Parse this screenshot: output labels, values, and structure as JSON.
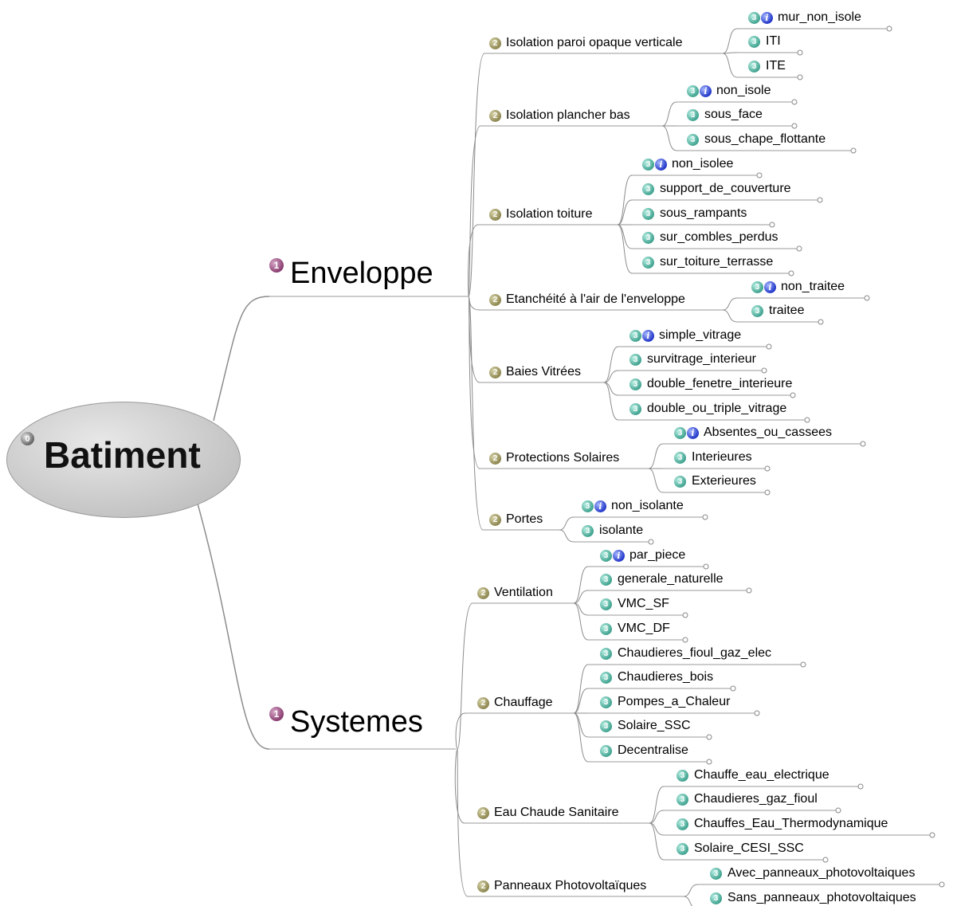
{
  "root": {
    "label": "Batiment",
    "level": "0"
  },
  "branches": [
    {
      "label": "Enveloppe",
      "level": "1",
      "groups": [
        {
          "label": "Isolation paroi opaque verticale",
          "level": "2",
          "items": [
            {
              "label": "mur_non_isole",
              "level": "3",
              "info": true
            },
            {
              "label": "ITI",
              "level": "3",
              "info": false
            },
            {
              "label": "ITE",
              "level": "3",
              "info": false
            }
          ]
        },
        {
          "label": "Isolation plancher bas",
          "level": "2",
          "items": [
            {
              "label": "non_isole",
              "level": "3",
              "info": true
            },
            {
              "label": "sous_face",
              "level": "3",
              "info": false
            },
            {
              "label": "sous_chape_flottante",
              "level": "3",
              "info": false
            }
          ]
        },
        {
          "label": "Isolation toiture",
          "level": "2",
          "items": [
            {
              "label": "non_isolee",
              "level": "3",
              "info": true
            },
            {
              "label": "support_de_couverture",
              "level": "3",
              "info": false
            },
            {
              "label": "sous_rampants",
              "level": "3",
              "info": false
            },
            {
              "label": "sur_combles_perdus",
              "level": "3",
              "info": false
            },
            {
              "label": "sur_toiture_terrasse",
              "level": "3",
              "info": false
            }
          ]
        },
        {
          "label": "Etanchéité à l'air de l'enveloppe",
          "level": "2",
          "items": [
            {
              "label": "non_traitee",
              "level": "3",
              "info": true
            },
            {
              "label": "traitee",
              "level": "3",
              "info": false
            }
          ]
        },
        {
          "label": "Baies Vitrées",
          "level": "2",
          "items": [
            {
              "label": "simple_vitrage",
              "level": "3",
              "info": true
            },
            {
              "label": "survitrage_interieur",
              "level": "3",
              "info": false
            },
            {
              "label": "double_fenetre_interieure",
              "level": "3",
              "info": false
            },
            {
              "label": "double_ou_triple_vitrage",
              "level": "3",
              "info": false
            }
          ]
        },
        {
          "label": "Protections Solaires",
          "level": "2",
          "items": [
            {
              "label": "Absentes_ou_cassees",
              "level": "3",
              "info": true
            },
            {
              "label": "Interieures",
              "level": "3",
              "info": false
            },
            {
              "label": "Exterieures",
              "level": "3",
              "info": false
            }
          ]
        },
        {
          "label": "Portes",
          "level": "2",
          "items": [
            {
              "label": "non_isolante",
              "level": "3",
              "info": true
            },
            {
              "label": "isolante",
              "level": "3",
              "info": false
            }
          ]
        }
      ]
    },
    {
      "label": "Systemes",
      "level": "1",
      "groups": [
        {
          "label": "Ventilation",
          "level": "2",
          "items": [
            {
              "label": "par_piece",
              "level": "3",
              "info": true
            },
            {
              "label": "generale_naturelle",
              "level": "3",
              "info": false
            },
            {
              "label": "VMC_SF",
              "level": "3",
              "info": false
            },
            {
              "label": "VMC_DF",
              "level": "3",
              "info": false
            }
          ]
        },
        {
          "label": "Chauffage",
          "level": "2",
          "items": [
            {
              "label": "Chaudieres_fioul_gaz_elec",
              "level": "3",
              "info": false
            },
            {
              "label": "Chaudieres_bois",
              "level": "3",
              "info": false
            },
            {
              "label": "Pompes_a_Chaleur",
              "level": "3",
              "info": false
            },
            {
              "label": "Solaire_SSC",
              "level": "3",
              "info": false
            },
            {
              "label": "Decentralise",
              "level": "3",
              "info": false
            }
          ]
        },
        {
          "label": "Eau Chaude Sanitaire",
          "level": "2",
          "items": [
            {
              "label": "Chauffe_eau_electrique",
              "level": "3",
              "info": false
            },
            {
              "label": "Chaudieres_gaz_fioul",
              "level": "3",
              "info": false
            },
            {
              "label": "Chauffes_Eau_Thermodynamique",
              "level": "3",
              "info": false
            },
            {
              "label": "Solaire_CESI_SSC",
              "level": "3",
              "info": false
            }
          ]
        },
        {
          "label": "Panneaux Photovoltaïques",
          "level": "2",
          "items": [
            {
              "label": "Avec_panneaux_photovoltaiques",
              "level": "3",
              "info": false
            },
            {
              "label": "Sans_panneaux_photovoltaiques",
              "level": "3",
              "info": false
            }
          ]
        }
      ]
    }
  ],
  "colors": {
    "link": "#8c8c8c",
    "underline": "#9a9a9a",
    "root_fill": "#cfcfcf"
  },
  "icons": {
    "level_badge": "numbered-circle-icon",
    "info": "info-icon"
  }
}
